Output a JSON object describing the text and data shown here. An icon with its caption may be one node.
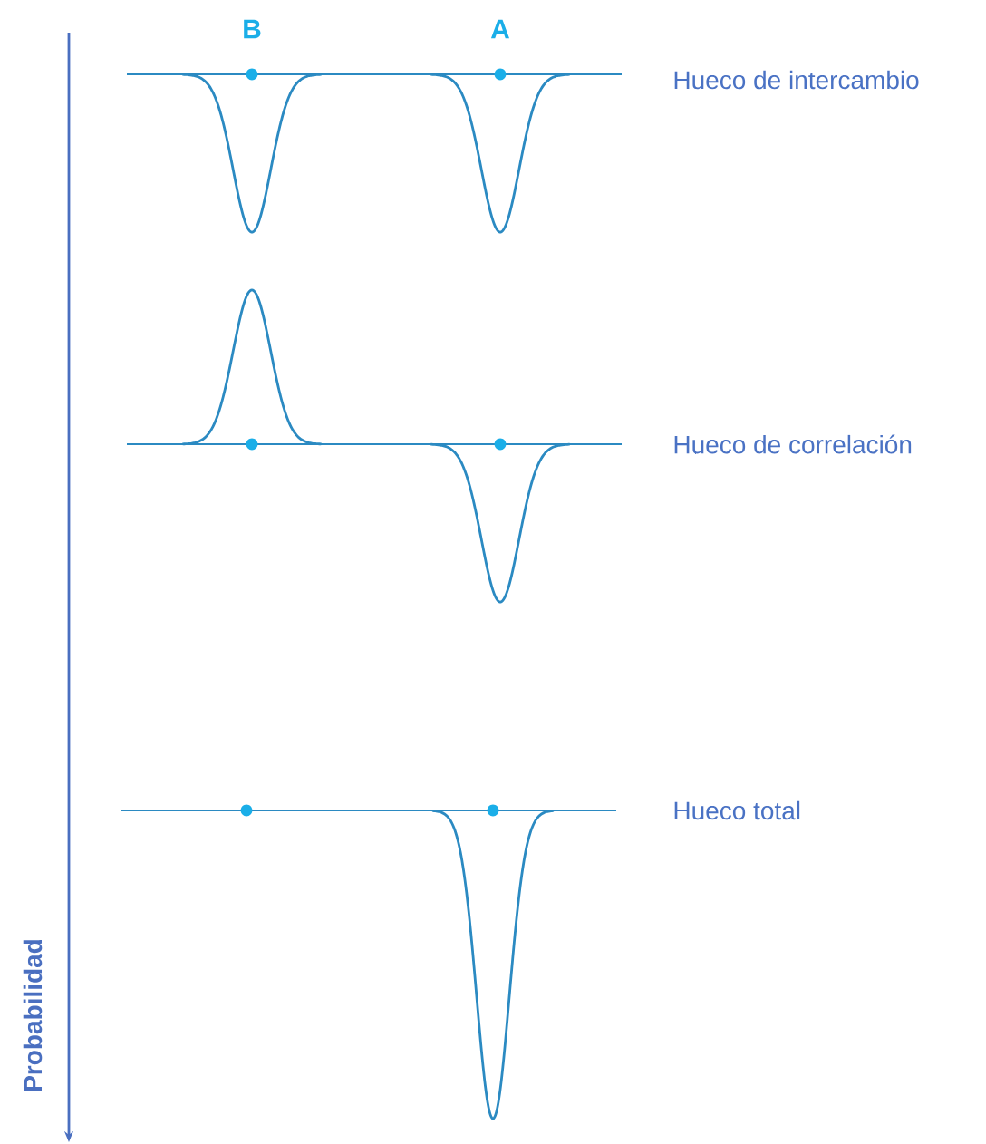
{
  "diagram": {
    "labels": [
      "B",
      "A",
      "Hueco de intercambio",
      "Hueco de correlación",
      "Hueco total",
      "Probabilidad"
    ]
  }
}
